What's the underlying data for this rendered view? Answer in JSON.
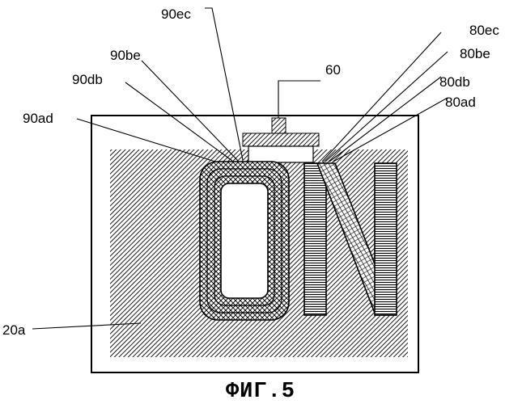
{
  "figure": {
    "caption": "ФИГ.5",
    "labels": {
      "l90ec": "90ec",
      "l90be": "90be",
      "l90db": "90db",
      "l90ad": "90ad",
      "l60": "60",
      "l80ec": "80ec",
      "l80be": "80be",
      "l80db": "80db",
      "l80ad": "80ad",
      "l20a": "20a"
    },
    "colors": {
      "ink": "#000000",
      "paper": "#ffffff"
    }
  }
}
